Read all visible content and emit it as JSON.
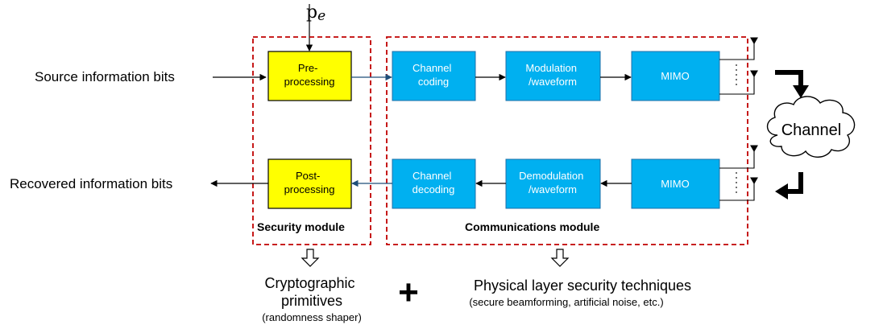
{
  "input_symbol": "p",
  "input_subscript": "e",
  "source_label": "Source information bits",
  "recovered_label": "Recovered information bits",
  "tx": {
    "preprocessing": [
      "Pre-",
      "processing"
    ],
    "channel_coding": [
      "Channel",
      "coding"
    ],
    "modulation": [
      "Modulation",
      "/waveform"
    ],
    "mimo": "MIMO"
  },
  "rx": {
    "postprocessing": [
      "Post-",
      "processing"
    ],
    "channel_decoding": [
      "Channel",
      "decoding"
    ],
    "demodulation": [
      "Demodulation",
      "/waveform"
    ],
    "mimo": "MIMO"
  },
  "channel_label": "Channel",
  "security_module_label": "Security module",
  "communications_module_label": "Communications module",
  "crypto": [
    "Cryptographic",
    "primitives"
  ],
  "crypto_note": "(randomness shaper)",
  "plus": "+",
  "pls": "Physical layer security techniques",
  "pls_note": "(secure beamforming, artificial noise, etc.)",
  "colors": {
    "blue_block": "#00b0f0",
    "yellow_block": "#ffff00",
    "dashed_border": "#c00000"
  }
}
